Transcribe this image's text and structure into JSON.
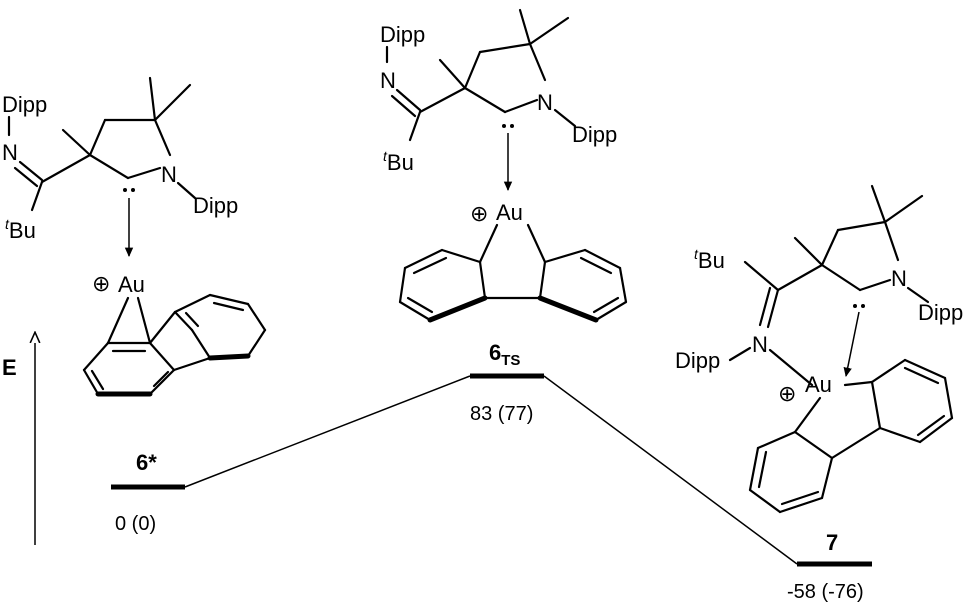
{
  "axis": {
    "label": "E"
  },
  "states": [
    {
      "id": "6star",
      "label": "6*",
      "energy": "0 (0)"
    },
    {
      "id": "6ts",
      "label_main": "6",
      "label_sub": "TS",
      "energy": "83 (77)"
    },
    {
      "id": "7",
      "label": "7",
      "energy": "-58 (-76)"
    }
  ],
  "atoms": {
    "dipp": "Dipp",
    "n": "N",
    "bu": "Bu",
    "t": "t",
    "au": "Au",
    "plus": "⊕"
  }
}
